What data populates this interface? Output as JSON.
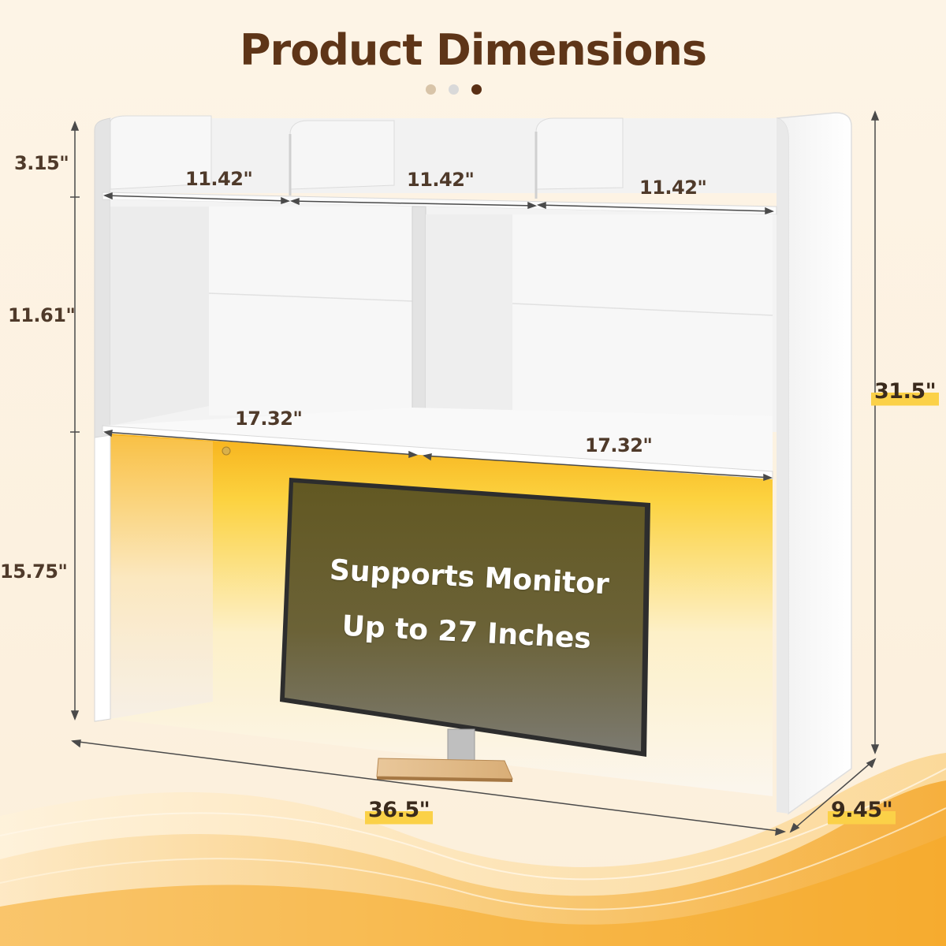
{
  "header": {
    "title": "Product Dimensions",
    "dot_colors": [
      "#d8c4a8",
      "#d9d9d9",
      "#5a2f14"
    ]
  },
  "dimensions": {
    "top_height": "3.15\"",
    "middle_height": "11.61\"",
    "bottom_height": "15.75\"",
    "total_height": "31.5\"",
    "top_compartment_widths": [
      "11.42\"",
      "11.42\"",
      "11.42\""
    ],
    "middle_compartment_widths": [
      "17.32\"",
      "17.32\""
    ],
    "total_width": "36.5\"",
    "depth": "9.45\""
  },
  "monitor": {
    "line1": "Supports Monitor",
    "line2": "Up to 27 Inches"
  },
  "colors": {
    "title": "#5e3518",
    "highlight": "#fbd148",
    "background": "#fdf3e4",
    "led_glow": "#fbbd2c"
  }
}
